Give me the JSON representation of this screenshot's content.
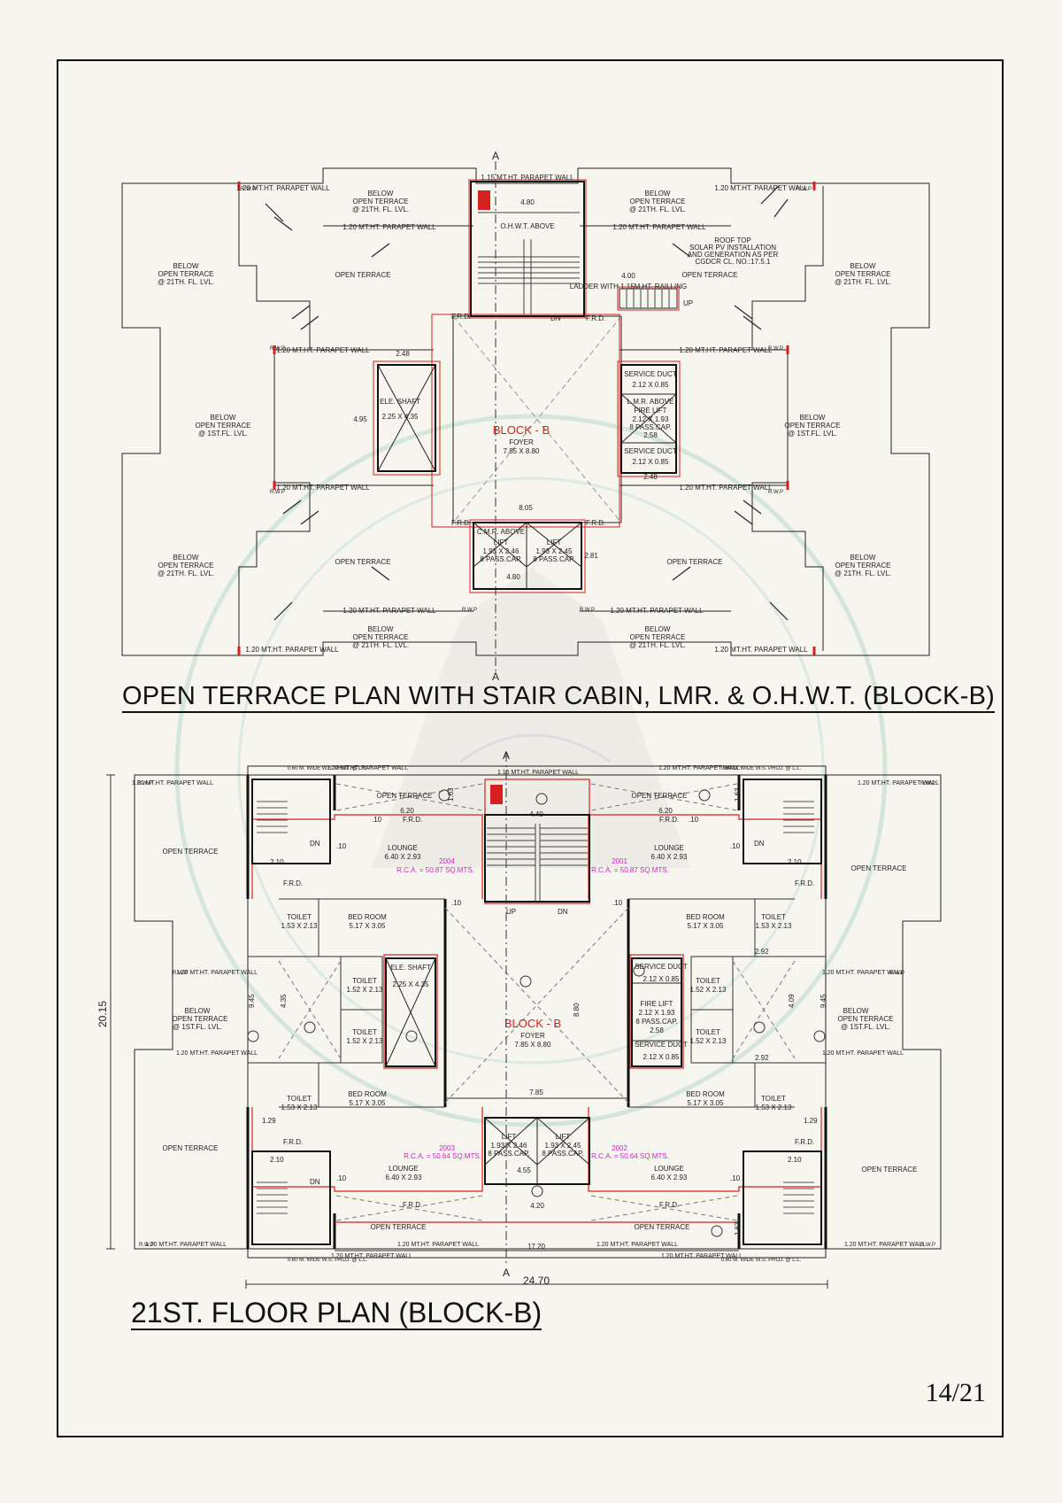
{
  "plans": {
    "terrace_title": "OPEN  TERRACE  PLAN  WITH STAIR CABIN,  LMR.  &  O.H.W.T. (BLOCK-B)",
    "floor_title": "21ST. FLOOR PLAN (BLOCK-B)"
  },
  "page": {
    "number": "14/21"
  },
  "terrace": {
    "section_mark": "A",
    "parapet_115": "1.15 MT.HT. PARAPET WALL",
    "parapet_120": "1.20 MT.HT. PARAPET WALL",
    "below_21_a": "BELOW",
    "below_21_b": "OPEN TERRACE",
    "below_21_c": "@ 21TH. FL. LVL.",
    "below_1st_c": "@ 1ST.FL. LVL.",
    "open_terrace": "OPEN TERRACE",
    "ohwt": "O.H.W.T. ABOVE",
    "roof_top_1": "ROOF TOP",
    "roof_top_2": "SOLAR PV INSTALLATION",
    "roof_top_3": "AND GENERATION AS PER",
    "roof_top_4": "CGDCR CL. NO.:17.5.1",
    "ladder": "LADDER WITH 1.15M.HT. RAILLING",
    "up": "UP",
    "dn": "DN",
    "frd": "F.R.D.",
    "rwp": "R.W.P",
    "block": "BLOCK - B",
    "foyer": "FOYER",
    "foyer_dim": "7.85 X 8.80",
    "ele_shaft": "ELE. SHAFT",
    "ele_dim": "2.25 X 4.35",
    "service_duct": "SERVICE DUCT",
    "service_dim": "2.12 X 0.85",
    "lmr_above": "L.M.R. ABOVE",
    "fire_lift": "FIRE LIFT",
    "fire_lift_dim": "2.12 X 1.93",
    "pass_cap": "8 PASS.CAP.",
    "cmr_above": "C.M.R. ABOVE",
    "lift": "LIFT",
    "lift_dim_1": "1.93 X 2.46",
    "lift_dim_2": "1.93 X 2.45",
    "d_480": "4.80",
    "d_248": "2.48",
    "d_495": "4.95",
    "d_805": "8.05",
    "d_258": "2.58",
    "d_281": "2.81",
    "d_400": "4.00"
  },
  "floor": {
    "section_mark": "A",
    "open_terrace": "OPEN TERRACE",
    "lounge": "LOUNGE",
    "lounge_dim": "6.40 X 2.93",
    "bedroom": "BED ROOM",
    "bedroom_dim": "5.17 X 3.05",
    "toilet": "TOILET",
    "toilet_dim_a": "1.53 X 2.13",
    "toilet_dim_b": "1.52 X 2.13",
    "unit_2004": "2004",
    "unit_2001": "2001",
    "unit_2003": "2003",
    "unit_2002": "2002",
    "rca_top": "R.C.A. = 50.87  SQ.MTS.",
    "rca_bottom": "R.C.A. = 50.64  SQ.MTS.",
    "block": "BLOCK - B",
    "foyer": "FOYER",
    "foyer_dim": "7.85 X 8.80",
    "ele_shaft": "ELE. SHAFT",
    "ele_dim": "2.25 X 4.35",
    "service_duct": "SERVICE DUCT",
    "service_dim": "2.12 X 0.85",
    "fire_lift": "FIRE LIFT",
    "fire_lift_dim": "2.12 X 1.93",
    "pass_cap": "8 PASS.CAP.",
    "lift": "LIFT",
    "lift_dim_1": "1.93 X 2.46",
    "lift_dim_2": "1.93 X 2.45",
    "ws_proj": "0.60 M. WIDE W.S. PROJ. @ L.L.",
    "parapet_120": "1.20 MT.HT. PARAPET WALL",
    "parapet_115": "1.15 MT.HT. PARAPET WALL",
    "below_a": "BELOW",
    "below_b": "OPEN TERRACE",
    "below_c": "@ 1ST.FL. LVL.",
    "frd": "F.R.D.",
    "up": "UP",
    "dn": "DN",
    "rwp": "R.W.P",
    "d_2015": "20.15",
    "d_2470": "24.70",
    "d_1720": "17.20",
    "d_620": "6.20",
    "d_440": "4.40",
    "d_785": "7.85",
    "d_880": "8.80",
    "d_455": "4.55",
    "d_420": "4.20",
    "d_129": "1.29",
    "d_210": "2.10",
    "d_292": "2.92",
    "d_435": "4.35",
    "d_945": "9.45",
    "d_409": "4.09",
    "d_258": "2.58",
    "d_163": "1.63",
    "d_010": ".10"
  },
  "colors": {
    "line": "#222222",
    "red": "#d62020",
    "magenta": "#d023c8",
    "paper": "#f6f5ee",
    "watermark": "#b9dcc6"
  }
}
